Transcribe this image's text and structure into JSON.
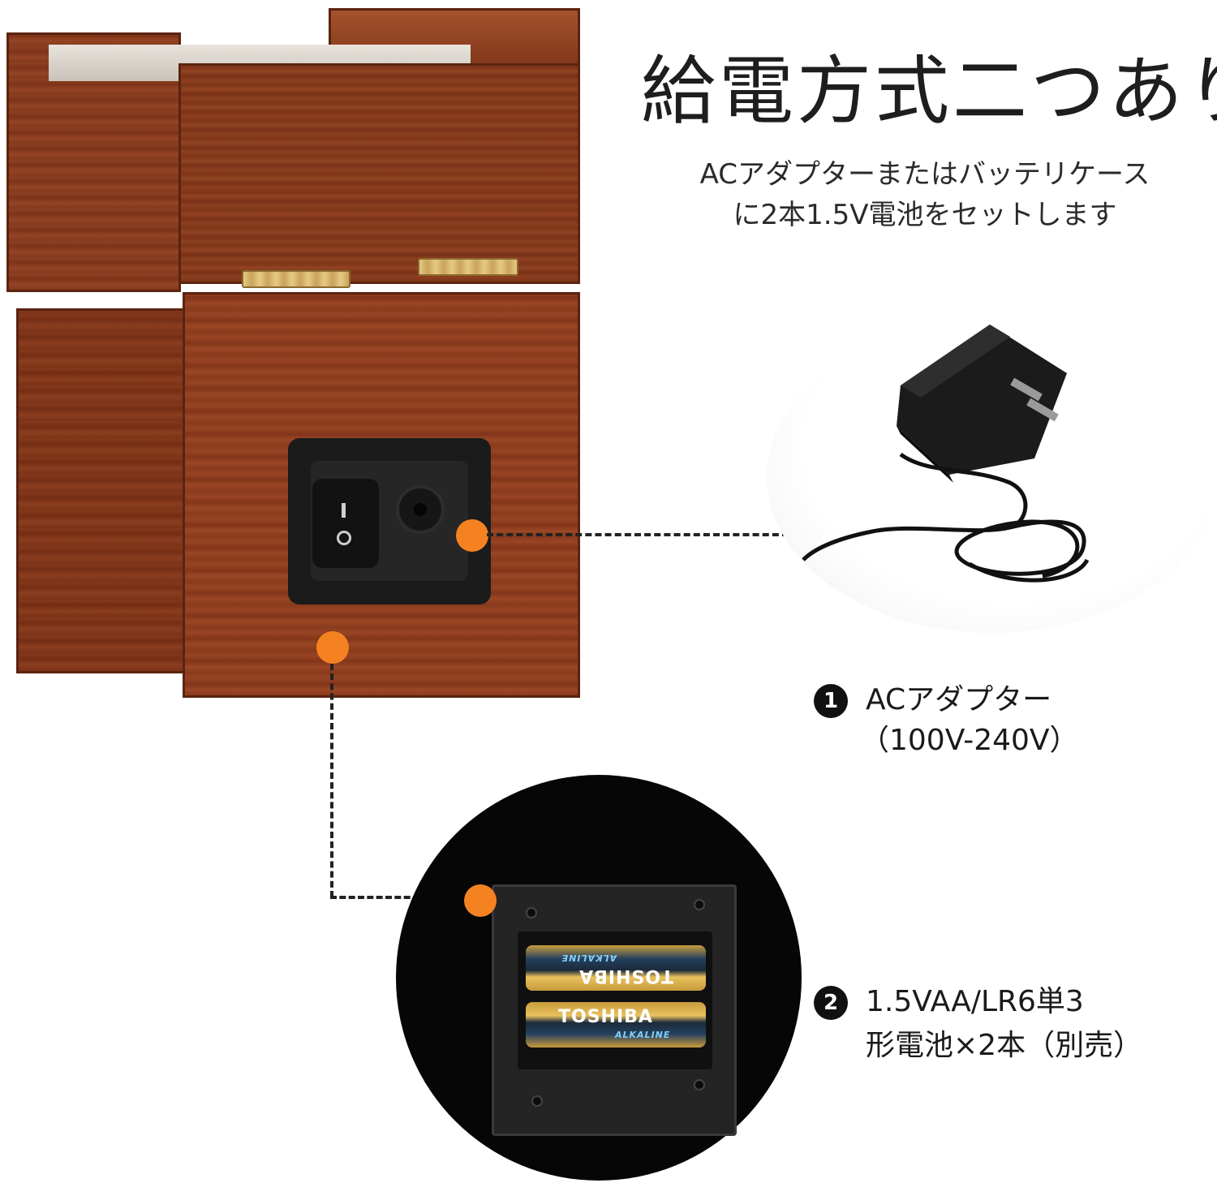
{
  "header": {
    "title": "給電方式二つあり",
    "subtitle_line1": "ACアダプターまたはバッテリケース",
    "subtitle_line2": "に2本1.5V電池をセットします"
  },
  "options": [
    {
      "number": "1",
      "line1": "ACアダプター",
      "line2": "（100V-240V）"
    },
    {
      "number": "2",
      "line1": "1.5VAA/LR6単3",
      "line2": "形電池×2本（別売）"
    }
  ],
  "batteries": {
    "brand": "TOSHIBA",
    "type": "ALKALINE"
  },
  "colors": {
    "accent_dot": "#f58220",
    "wood": "#8a3a1c",
    "text": "#1a1a1a"
  }
}
